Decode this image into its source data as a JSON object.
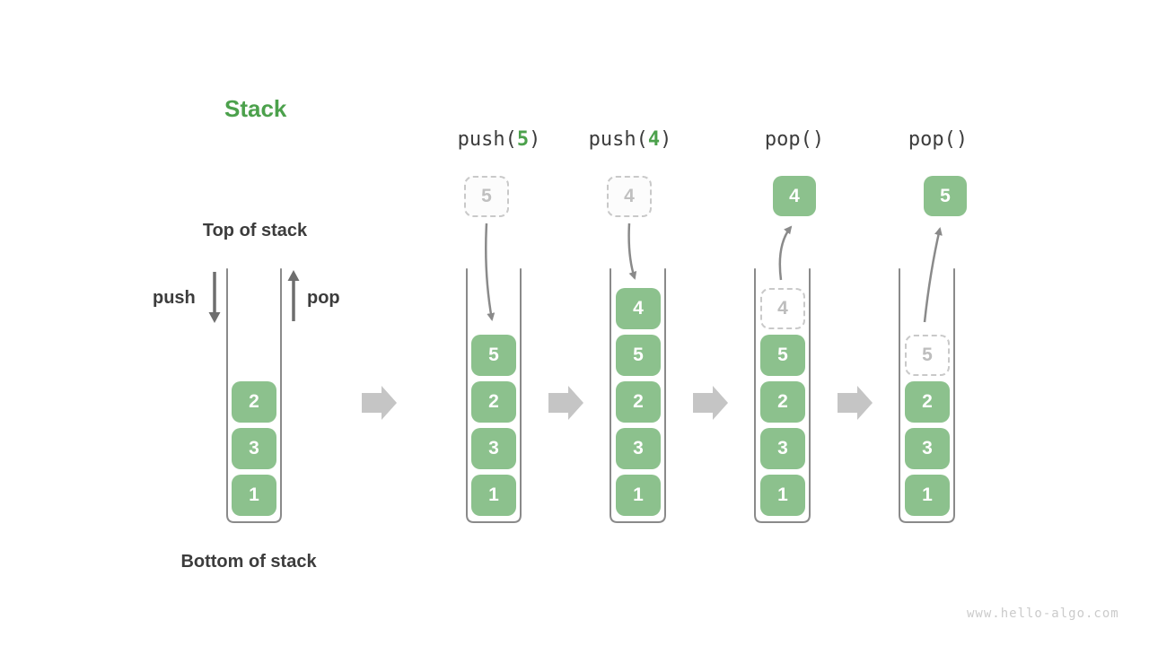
{
  "title": "Stack",
  "watermark": "www.hello-algo.com",
  "annotations": {
    "top_of_stack": "Top of stack",
    "bottom_of_stack": "Bottom of stack",
    "push_label": "push",
    "pop_label": "pop"
  },
  "colors": {
    "title_green": "#4CA14C",
    "box_green": "#8CC18D",
    "box_text_white": "#FFFFFF",
    "ghost_border_gray": "#C9C9C9",
    "ghost_text_gray": "#C0C0C0",
    "dark_text": "#3C3C3C",
    "container_border_gray": "#8A8A8A",
    "flow_arrow_gray": "#8A8A8A",
    "step_arrow_gray": "#C5C5C5",
    "watermark_gray": "#CBCBCB"
  },
  "icons": {
    "push_arrow": "arrow-down",
    "pop_arrow": "arrow-up",
    "step_arrow": "arrow-right",
    "push_flow_arrow": "curved-arrow-down",
    "pop_flow_arrow": "curved-arrow-up"
  },
  "columns": [
    {
      "name": "initial-stack",
      "operation": null,
      "floating": null,
      "cells": [
        {
          "value": "2",
          "ghost": false
        },
        {
          "value": "3",
          "ghost": false
        },
        {
          "value": "1",
          "ghost": false
        }
      ]
    },
    {
      "name": "push-5",
      "operation": {
        "prefix": "push(",
        "arg": "5",
        "suffix": ")"
      },
      "floating": {
        "value": "5",
        "style": "ghost"
      },
      "cells": [
        {
          "value": "5",
          "ghost": false
        },
        {
          "value": "2",
          "ghost": false
        },
        {
          "value": "3",
          "ghost": false
        },
        {
          "value": "1",
          "ghost": false
        }
      ]
    },
    {
      "name": "push-4",
      "operation": {
        "prefix": "push(",
        "arg": "4",
        "suffix": ")"
      },
      "floating": {
        "value": "4",
        "style": "ghost"
      },
      "cells": [
        {
          "value": "4",
          "ghost": false
        },
        {
          "value": "5",
          "ghost": false
        },
        {
          "value": "2",
          "ghost": false
        },
        {
          "value": "3",
          "ghost": false
        },
        {
          "value": "1",
          "ghost": false
        }
      ]
    },
    {
      "name": "pop-first",
      "operation": {
        "prefix": "pop(",
        "arg": "",
        "suffix": ")"
      },
      "floating": {
        "value": "4",
        "style": "solid"
      },
      "cells": [
        {
          "value": "4",
          "ghost": true
        },
        {
          "value": "5",
          "ghost": false
        },
        {
          "value": "2",
          "ghost": false
        },
        {
          "value": "3",
          "ghost": false
        },
        {
          "value": "1",
          "ghost": false
        }
      ]
    },
    {
      "name": "pop-second",
      "operation": {
        "prefix": "pop(",
        "arg": "",
        "suffix": ")"
      },
      "floating": {
        "value": "5",
        "style": "solid"
      },
      "cells": [
        {
          "value": "5",
          "ghost": true
        },
        {
          "value": "2",
          "ghost": false
        },
        {
          "value": "3",
          "ghost": false
        },
        {
          "value": "1",
          "ghost": false
        }
      ]
    }
  ]
}
